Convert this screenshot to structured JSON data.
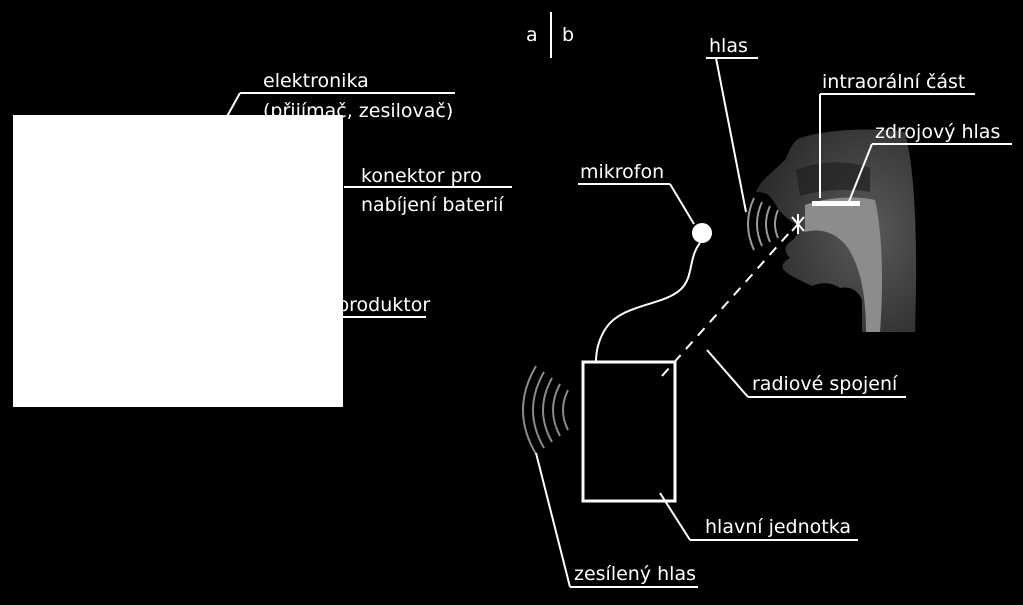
{
  "panel_labels": {
    "left": "a",
    "right": "b"
  },
  "left_labels": {
    "electronics_line1": "elektronika",
    "electronics_line2": "(přijímač, zesilovač)",
    "connector_line1": "konektor pro",
    "connector_line2": "nabíjení baterií",
    "speaker": "reproduktor"
  },
  "right_labels": {
    "voice": "hlas",
    "intraoral_part": "intraorální část",
    "source_voice": "zdrojový hlas",
    "microphone": "mikrofon",
    "radio_link": "radiové spojení",
    "main_unit": "hlavní jednotka",
    "amplified_voice": "zesílený hlas"
  }
}
